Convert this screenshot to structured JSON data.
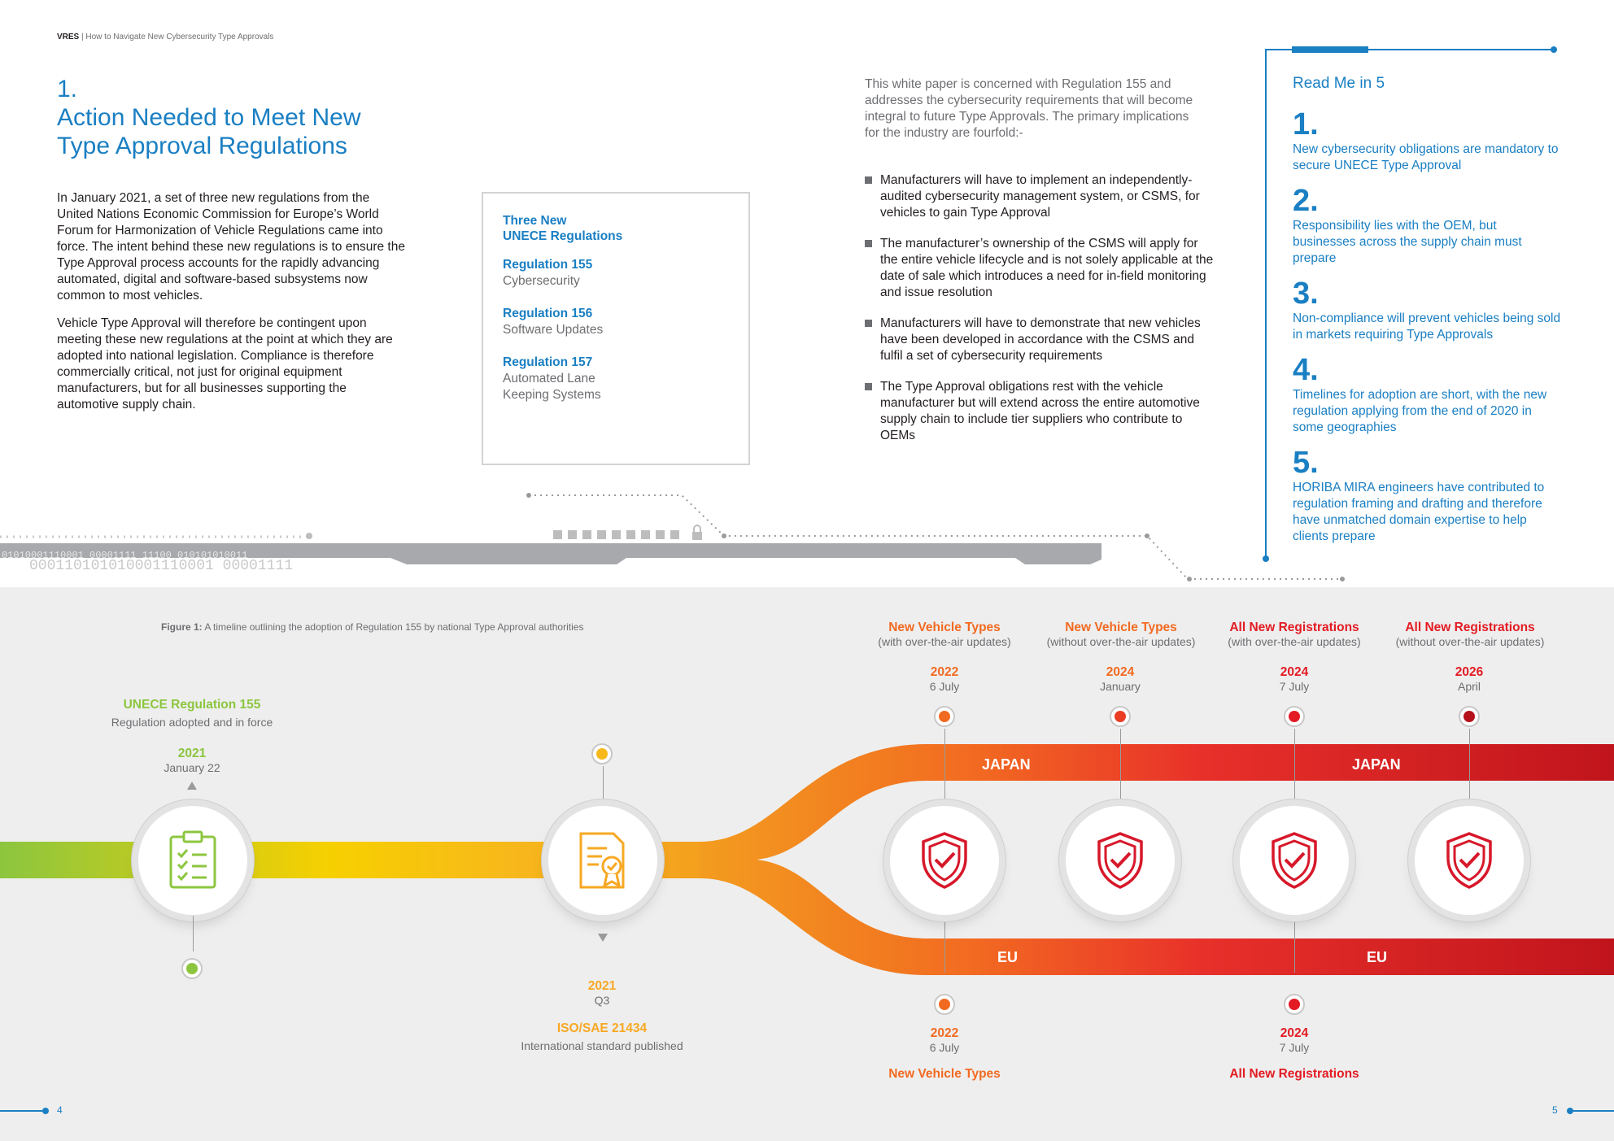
{
  "header": {
    "brand": "VRES",
    "subtitle": "How to Navigate New Cybersecurity Type Approvals"
  },
  "section": {
    "number": "1.",
    "title_line1": "Action Needed to Meet New",
    "title_line2": "Type Approval Regulations"
  },
  "intro": {
    "p1": "In January 2021, a set of three new regulations from the United Nations Economic Commission for Europe’s World Forum for Harmonization of Vehicle Regulations came into force. The intent behind these new regulations is to ensure the Type Approval process accounts for the rapidly advancing automated, digital and software-based subsystems now common to most vehicles.",
    "p2": "Vehicle Type Approval will therefore be contingent upon meeting these new regulations at the point at which they are adopted into national legislation. Compliance is therefore commercially critical, not just for original equipment manufacturers, but for all businesses supporting the automotive supply chain."
  },
  "regulations_box": {
    "heading_line1": "Three New",
    "heading_line2": "UNECE Regulations",
    "items": [
      {
        "name": "Regulation 155",
        "desc": "Cybersecurity"
      },
      {
        "name": "Regulation 156",
        "desc": "Software Updates"
      },
      {
        "name": "Regulation 157",
        "desc": "Automated Lane Keeping Systems"
      }
    ]
  },
  "white_paper": {
    "intro": "This white paper is concerned with Regulation 155 and addresses the cybersecurity requirements that will become integral to future Type Approvals. The primary implications for the industry are fourfold:-",
    "bullets": [
      "Manufacturers will have to implement an independently-audited cybersecurity management system, or CSMS, for vehicles to gain Type Approval",
      "The manufacturer’s ownership of the CSMS will apply for the entire vehicle lifecycle and is not solely applicable at the date of sale which introduces a need for in-field monitoring and issue resolution",
      "Manufacturers will have to demonstrate that new vehicles have been developed in accordance with the CSMS and fulfil a set of cybersecurity requirements",
      "The Type Approval obligations rest with the vehicle manufacturer but will extend across the entire automotive supply chain to include tier suppliers who contribute to OEMs"
    ]
  },
  "read_me": {
    "title": "Read Me in 5",
    "items": [
      {
        "num": "1.",
        "text": "New cybersecurity obligations are mandatory to secure UNECE Type Approval"
      },
      {
        "num": "2.",
        "text": "Responsibility lies with the OEM, but businesses across the supply chain must prepare"
      },
      {
        "num": "3.",
        "text": "Non-compliance will prevent vehicles being sold in markets requiring Type Approvals"
      },
      {
        "num": "4.",
        "text": "Timelines for adoption are short, with the new regulation applying from the end of 2020 in some geographies"
      },
      {
        "num": "5.",
        "text": "HORIBA MIRA engineers have contributed to regulation framing and drafting and therefore have unmatched domain expertise to help clients prepare"
      }
    ]
  },
  "binary": {
    "line1": "01010001110001    00001111    11100 010101010011",
    "line2": "000110101010001110001    00001111"
  },
  "figure": {
    "caption_label": "Figure 1:",
    "caption_text": "A timeline outlining the adoption of Regulation 155 by national Type Approval authorities",
    "unece": {
      "title": "UNECE Regulation 155",
      "subtitle": "Regulation adopted and in force",
      "year": "2021",
      "date": "January 22"
    },
    "iso": {
      "year": "2021",
      "date": "Q3",
      "title": "ISO/SAE 21434",
      "subtitle": "International standard published"
    },
    "columns": [
      {
        "title": "New Vehicle Types",
        "sub": "(with over-the-air updates)",
        "year": "2022",
        "date": "6 July",
        "color": "#f26a21"
      },
      {
        "title": "New Vehicle Types",
        "sub": "(without over-the-air updates)",
        "year": "2024",
        "date": "January",
        "color": "#f26a21"
      },
      {
        "title": "All New Registrations",
        "sub": "(with over-the-air updates)",
        "year": "2024",
        "date": "7 July",
        "color": "#e31b23"
      },
      {
        "title": "All New Registrations",
        "sub": "(without over-the-air updates)",
        "year": "2026",
        "date": "April",
        "color": "#e31b23"
      }
    ],
    "japan_label": "JAPAN",
    "eu_label": "EU",
    "eu_dates": [
      {
        "year": "2022",
        "date": "6 July",
        "label": "New Vehicle Types"
      },
      {
        "year": "2024",
        "date": "7 July",
        "label": "All New Registrations"
      }
    ]
  },
  "pages": {
    "left": "4",
    "right": "5"
  },
  "colors": {
    "blue": "#1a7fc3",
    "green": "#8cc63f",
    "yellow": "#f7c600",
    "orange": "#f26a21",
    "red": "#e31b23",
    "dark_red": "#c0141c"
  }
}
